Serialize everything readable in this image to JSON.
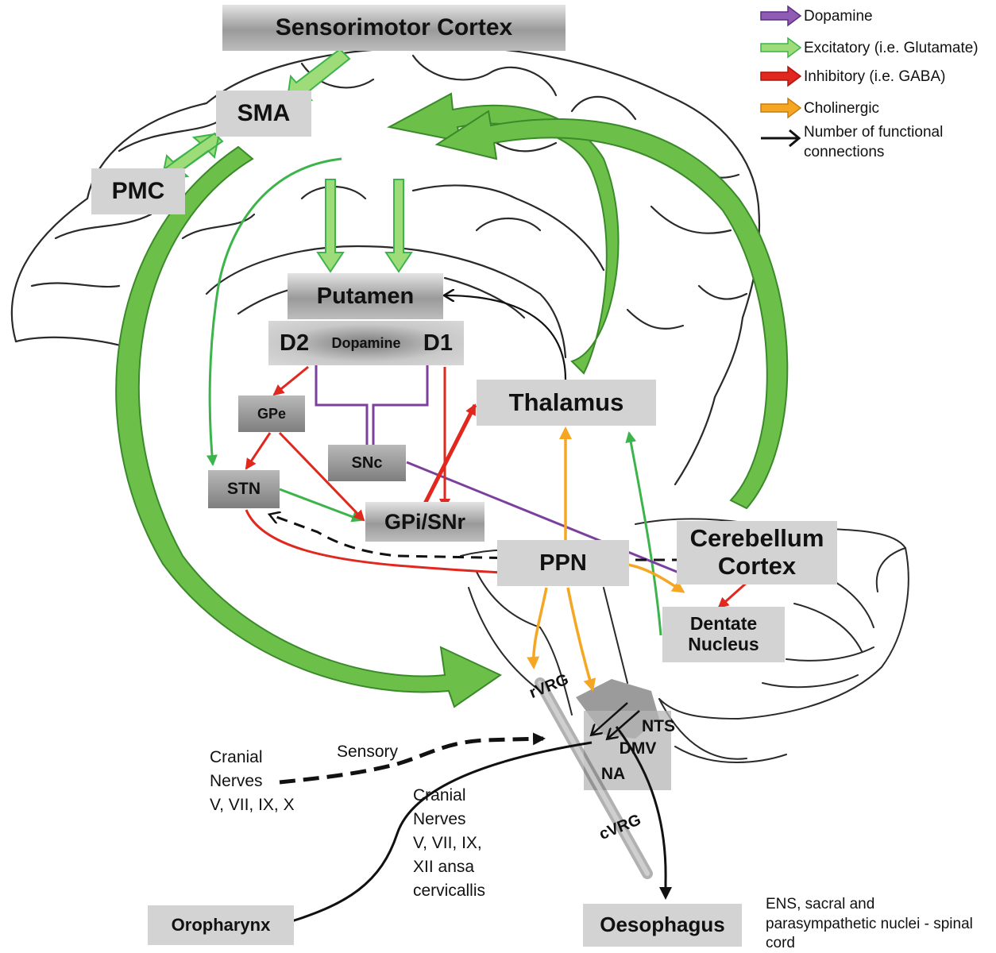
{
  "legend": {
    "items": [
      {
        "label": "Dopamine",
        "color": "#7b3f9e"
      },
      {
        "label": "Excitatory (i.e. Glutamate)",
        "color": "#3cb44b"
      },
      {
        "label": "Inhibitory (i.e. GABA)",
        "color": "#e0281e"
      },
      {
        "label": "Cholinergic",
        "color": "#f5a623"
      },
      {
        "label": "Number of functional connections",
        "color": "#111111"
      }
    ]
  },
  "nodes": {
    "sensorimotor_cortex": "Sensorimotor Cortex",
    "sma": "SMA",
    "pmc": "PMC",
    "putamen": "Putamen",
    "d2": "D2",
    "dopamine": "Dopamine",
    "d1": "D1",
    "thalamus": "Thalamus",
    "gpe": "GPe",
    "snc": "SNc",
    "stn": "STN",
    "gpi_snr": "GPi/SNr",
    "ppn": "PPN",
    "cerebellum_cortex": "Cerebellum Cortex",
    "dentate_nucleus": "Dentate Nucleus",
    "nts": "NTS",
    "dmv": "DMV",
    "na": "NA",
    "rvrg": "rVRG",
    "cvrg": "cVRG",
    "oropharynx": "Oropharynx",
    "oesophagus": "Oesophagus"
  },
  "annotations": {
    "cranial_nerves_sensory": [
      "Cranial",
      "Nerves",
      "V, VII, IX, X"
    ],
    "sensory": "Sensory",
    "cranial_nerves_motor": [
      "Cranial",
      "Nerves",
      "V, VII, IX,",
      "XII ansa",
      "cervicallis"
    ],
    "ens": [
      "ENS, sacral and",
      "parasympathetic nuclei - spinal",
      "cord"
    ]
  },
  "colors": {
    "dopamine": "#7b3f9e",
    "excitatory": "#3cb44b",
    "excitatory_fill": "#6cc04a",
    "inhibitory": "#e0281e",
    "cholinergic": "#f5a623",
    "connection": "#111111",
    "brain_outline": "#2a2a2a",
    "box_fill": "#d3d3d3"
  }
}
